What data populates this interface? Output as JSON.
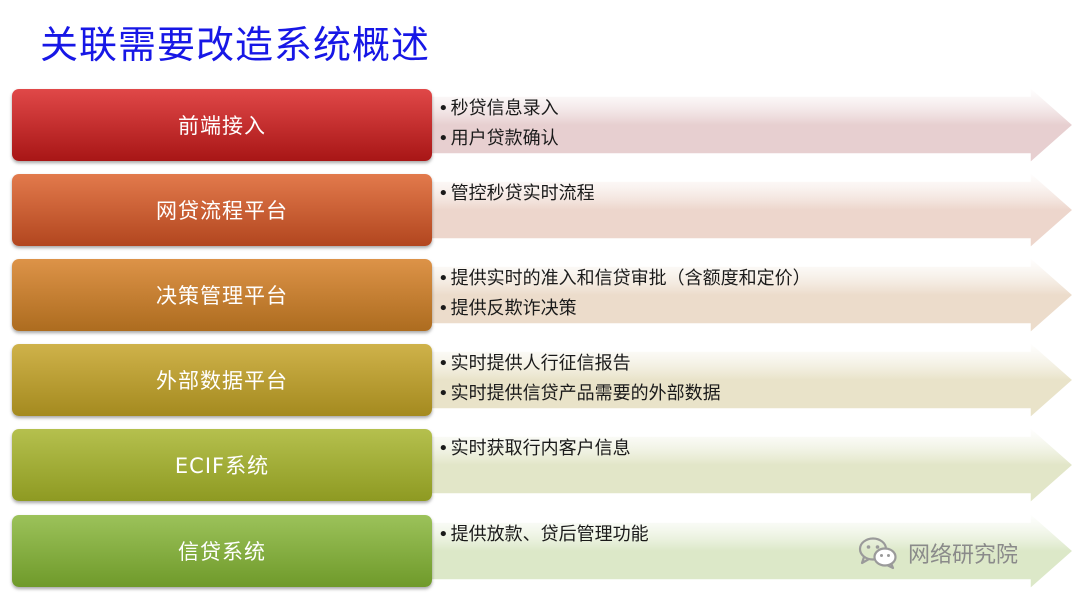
{
  "slide": {
    "title": "关联需要改造系统概述"
  },
  "rows": [
    {
      "label": "前端接入",
      "color_top": "#e04848",
      "color_bottom": "#a81616",
      "arrow_fill": "#e7cfd0",
      "bullets": [
        "秒贷信息录入",
        "用户贷款确认"
      ]
    },
    {
      "label": "网贷流程平台",
      "color_top": "#e27a4c",
      "color_bottom": "#b2461f",
      "arrow_fill": "#edd6cc",
      "bullets": [
        "管控秒贷实时流程"
      ]
    },
    {
      "label": "决策管理平台",
      "color_top": "#dd9348",
      "color_bottom": "#ad6c1f",
      "arrow_fill": "#ecdccb",
      "bullets": [
        "提供实时的准入和信贷审批（含额度和定价）",
        "提供反欺诈决策"
      ]
    },
    {
      "label": "外部数据平台",
      "color_top": "#cfb24a",
      "color_bottom": "#a48a1f",
      "arrow_fill": "#e9e3c9",
      "bullets": [
        "实时提供人行征信报告",
        "实时提供信贷产品需要的外部数据"
      ]
    },
    {
      "label": "ECIF系统",
      "color_top": "#b5c04e",
      "color_bottom": "#8e9a22",
      "arrow_fill": "#e2e6c8",
      "bullets": [
        "实时获取行内客户信息"
      ]
    },
    {
      "label": "信贷系统",
      "color_top": "#9cc25a",
      "color_bottom": "#6f9a2a",
      "arrow_fill": "#dce8c8",
      "bullets": [
        "提供放款、贷后管理功能"
      ]
    }
  ],
  "watermark": {
    "icon": "wechat-icon",
    "text": "网络研究院"
  }
}
